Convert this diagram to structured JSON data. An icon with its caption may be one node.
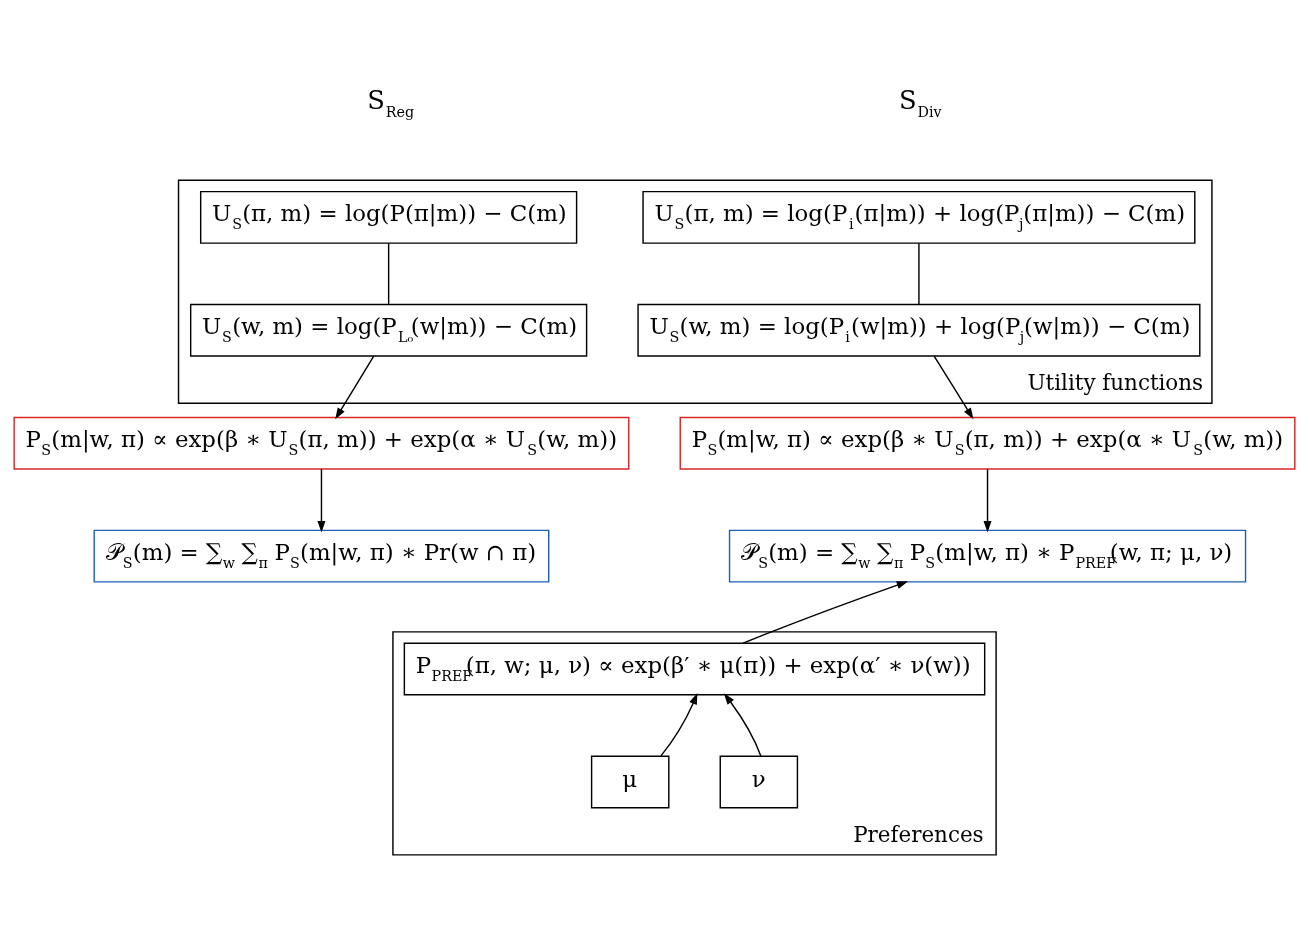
{
  "diagram": {
    "nodes": [
      {
        "text": [
          "Utility functions"
        ]
      },
      {
        "text": [
          "U$_{S}$(π, m) = log(P(π|m)) − C(m)"
        ],
        "in": 0
      },
      {
        "text": [
          "U$_{S}$(π, m) = log(P$_{i}$(π|m)) + log(P$_{j}$(π|m)) − C(m)"
        ],
        "in": 0
      },
      {
        "text": [
          "U$_{S}$(w, m) = log(P$_{L₀}$(w|m)) − C(m)"
        ],
        "in": 0
      },
      {
        "text": [
          "U$_{S}$(w, m) = log(P$_{i}$(w|m)) + log(P$_{j}$(w|m)) − C(m)"
        ],
        "in": 0
      },
      {
        "text": [
          "P$_{S}$(m|w, π) ∝ exp(β ∗ U$_{S}$(π, m)) + exp(α ∗ U$_{S}$(w, m))"
        ]
      },
      {
        "text": [
          "P$_{S}$(m|w, π) ∝ exp(β ∗ U$_{S}$(π, m)) + exp(α ∗ U$_{S}$(w, m))"
        ]
      },
      {
        "text": [
          "𝒫$_{S}$(m) = ∑$_{w}$ ∑$_{π}$ P$_{S}$(m|w, π) ∗ Pr(w ∩ π)"
        ]
      },
      {
        "text": [
          "𝒫$_{S}$(m) = ∑$_{w}$ ∑$_{π}$ P$_{S}$(m|w, π) ∗ P$_{PREF}$(w, π; μ, ν)"
        ]
      },
      {
        "text": [
          "Preferences"
        ]
      },
      {
        "text": [
          "P$_{PREF}$(π, w; μ, ν) ∝ exp(β′ ∗ μ(π)) + exp(α′ ∗ ν(w))"
        ],
        "in": 9
      },
      {
        "text": [
          "μ"
        ],
        "in": 9
      },
      {
        "text": [
          "ν"
        ],
        "in": 9
      }
    ],
    "edges": [
      {
        "from": 1,
        "to": 3,
        "arrow": "none"
      },
      {
        "from": 2,
        "to": 4,
        "arrow": "none"
      },
      {
        "from": 3,
        "to": 5,
        "arrow": "to"
      },
      {
        "from": 4,
        "to": 6,
        "arrow": "to"
      },
      {
        "from": 5,
        "to": 7,
        "arrow": "to"
      },
      {
        "from": 6,
        "to": 8,
        "arrow": "to"
      },
      {
        "from": 10,
        "to": 8,
        "arrow": "to"
      },
      {
        "from": 11,
        "to": 10,
        "arrow": "to"
      },
      {
        "from": 12,
        "to": 10,
        "arrow": "to"
      }
    ],
    "labels": [
      "S$_{Reg}$",
      "S$_{Div}$"
    ]
  }
}
